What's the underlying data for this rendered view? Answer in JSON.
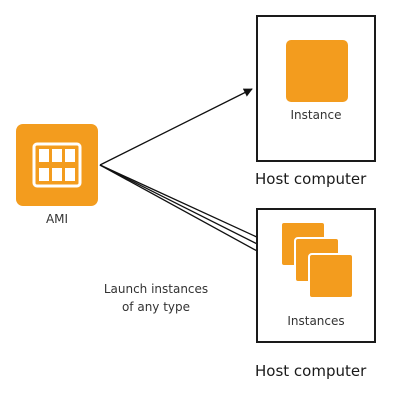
{
  "ami": {
    "label": "AMI",
    "icon": "ami-grid-icon"
  },
  "launch_note": {
    "line1": "Launch instances",
    "line2": "of any type"
  },
  "hosts": [
    {
      "caption": "Host computer",
      "instance_label": "Instance",
      "instance_count": 1
    },
    {
      "caption": "Host computer",
      "instance_label": "Instances",
      "instance_count": 3
    }
  ],
  "colors": {
    "accent": "#f39c1e",
    "line": "#1a1a1a",
    "text": "#333333"
  }
}
